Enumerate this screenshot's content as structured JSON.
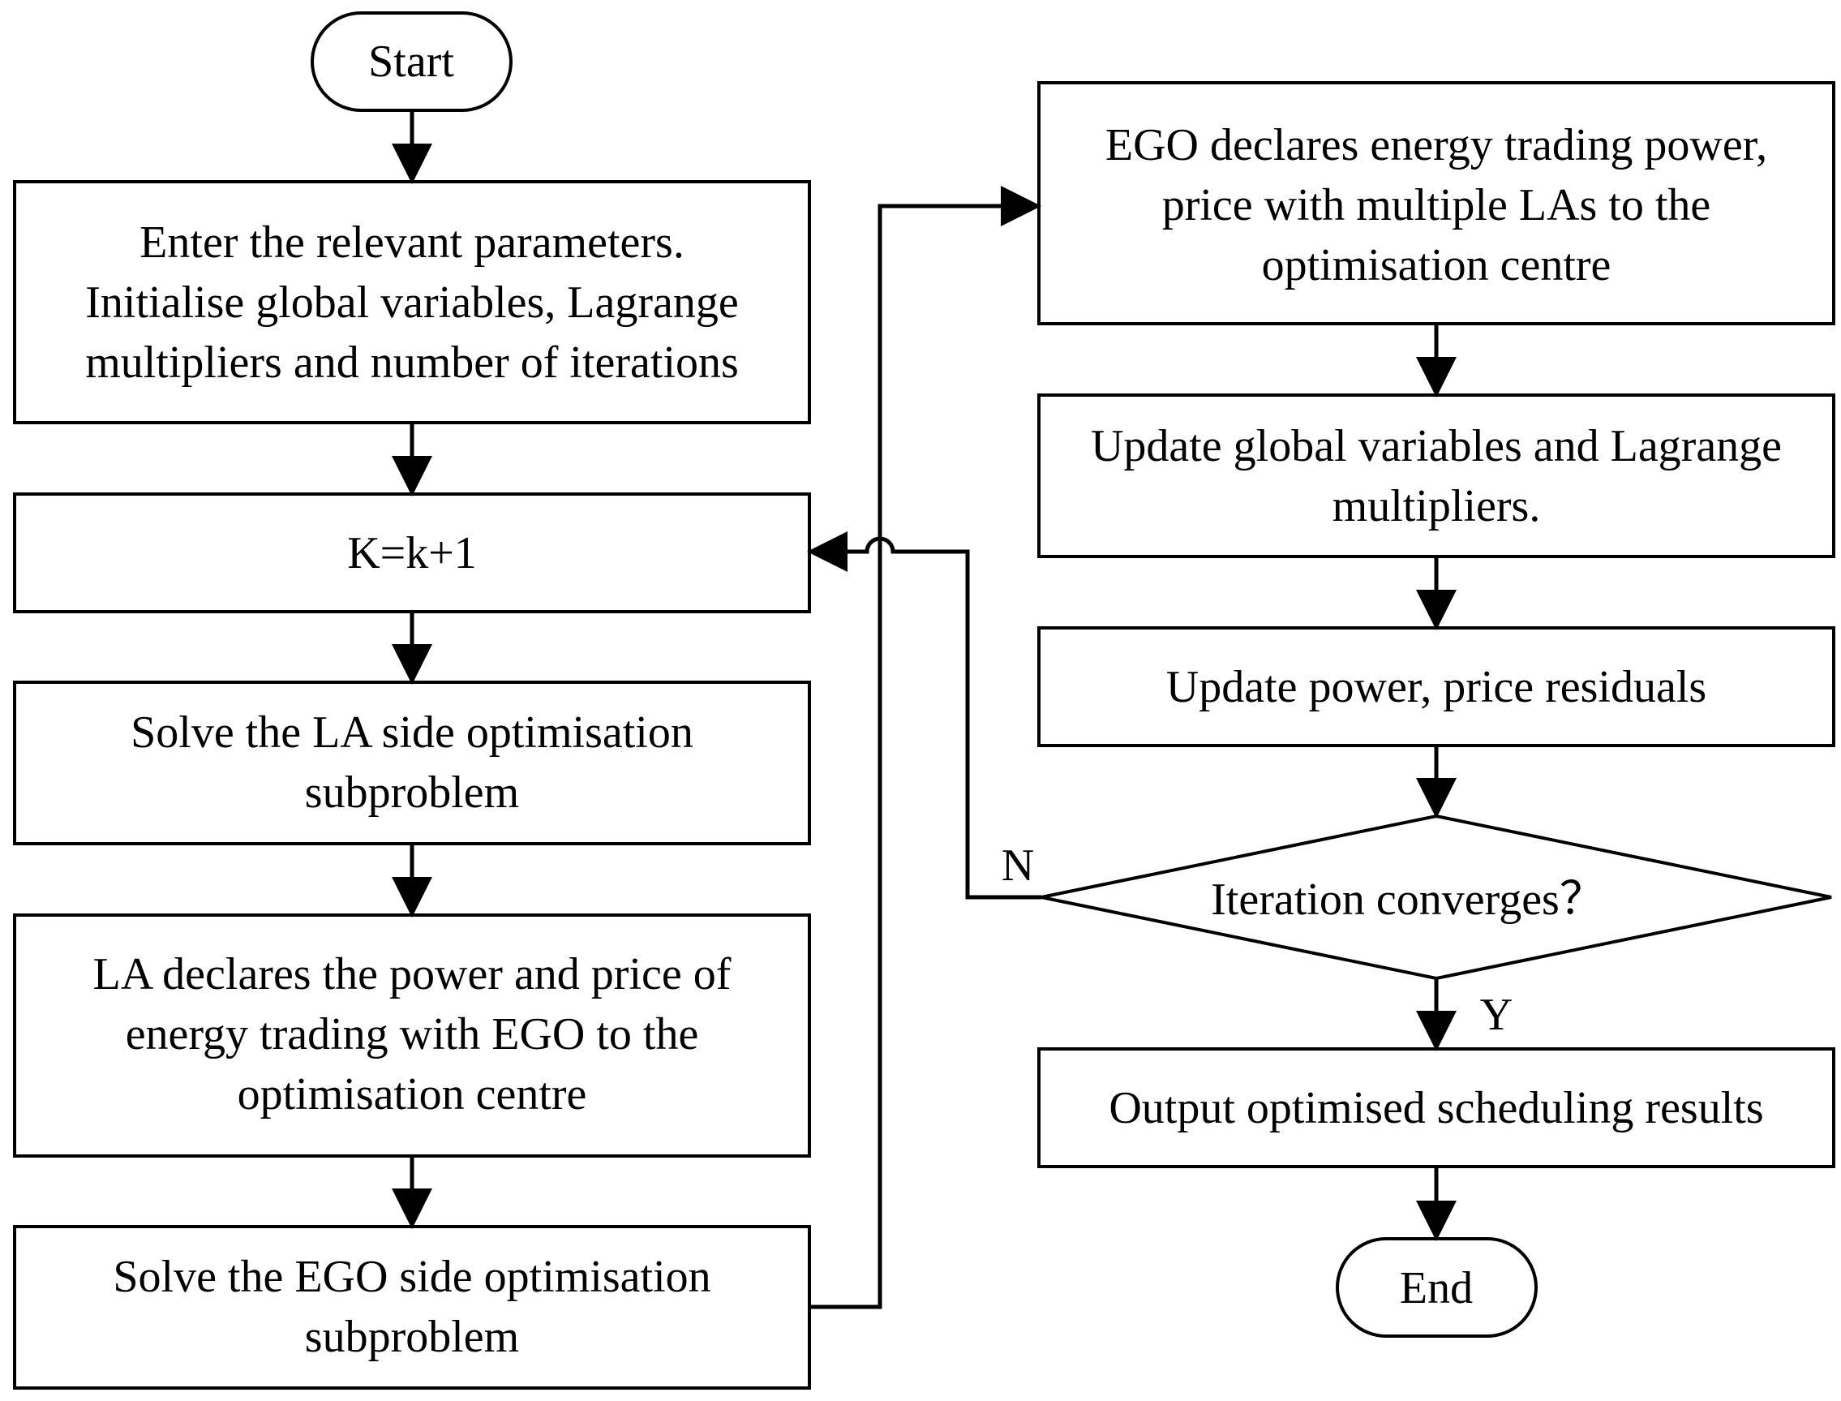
{
  "flowchart": {
    "start": "Start",
    "end": "End",
    "enter_params": [
      "Enter the relevant parameters.",
      "Initialise global variables, Lagrange",
      "multipliers and number of iterations"
    ],
    "iteration_counter": "K=k+1",
    "solve_la": [
      "Solve the LA side optimisation",
      "subproblem"
    ],
    "la_declares": [
      "LA declares the power and price of",
      "energy trading with EGO to the",
      "optimisation centre"
    ],
    "solve_ego": [
      "Solve the EGO side optimisation",
      "subproblem"
    ],
    "ego_declares": [
      "EGO declares energy trading power,",
      "price with multiple LAs to the",
      "optimisation centre"
    ],
    "update_globals": [
      "Update global variables and Lagrange",
      "multipliers."
    ],
    "update_residuals": "Update power, price residuals",
    "decision": "Iteration converges？",
    "branch_no": "N",
    "branch_yes": "Y",
    "output": "Output optimised scheduling results"
  }
}
